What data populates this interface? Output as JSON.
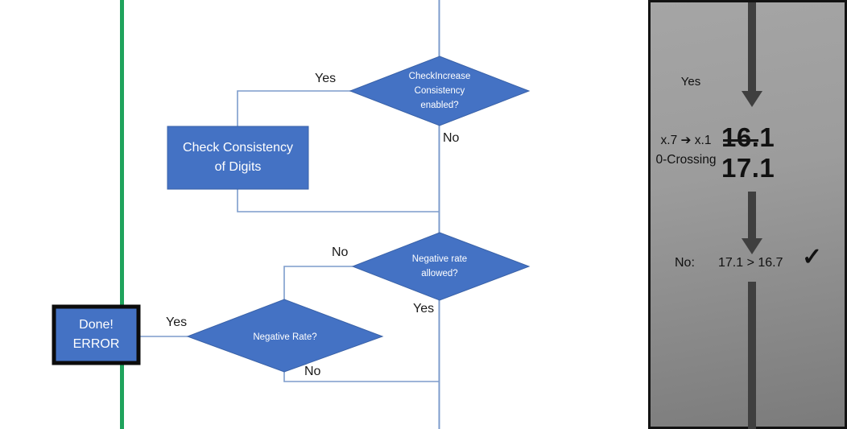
{
  "colors": {
    "shape_blue": "#4472C4",
    "shape_blue_border": "#3A62A8",
    "connector_blue": "#7D9CCC",
    "green_line": "#1FA35C",
    "panel_arrow_gray": "#3F3F3F",
    "panel_bg_top": "#A5A5A5",
    "panel_bg_bottom": "#7B7B7B",
    "done_box_border": "#0C0C0C"
  },
  "flowchart": {
    "decision_check_increase": "CheckIncrease\nConsistency\nenabled?",
    "process_check_consistency": "Check Consistency\nof Digits",
    "decision_negative_rate_allowed": "Negative rate\nallowed?",
    "decision_negative_rate": "Negative Rate?",
    "terminator_done": "Done!\nERROR",
    "labels": {
      "yes_top": "Yes",
      "no_top": "No",
      "no_mid": "No",
      "yes_mid": "Yes",
      "yes_done": "Yes",
      "no_bottom": "No"
    }
  },
  "panel": {
    "yes_label": "Yes",
    "rule_line1": "x.7 ➔ x.1",
    "rule_line2": "0-Crossing",
    "old_value_struck": "16",
    "old_value_rest": ".1",
    "new_value": "17.1",
    "result_prefix": "No:",
    "comparison": "17.1 > 16.7",
    "check_mark": "✓"
  }
}
